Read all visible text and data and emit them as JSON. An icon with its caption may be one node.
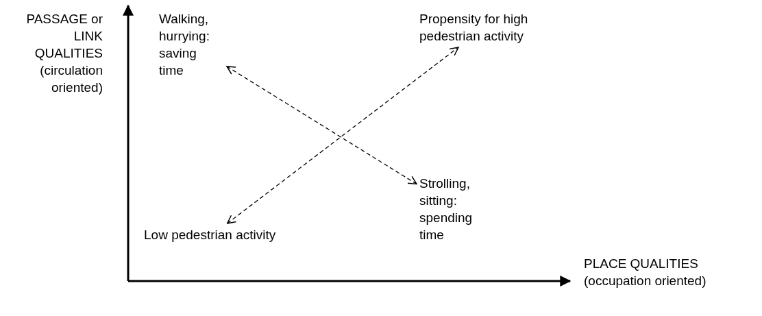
{
  "diagram": {
    "nodes": [
      {
        "text": [
          "Walking, hurrying: saving time"
        ]
      },
      {
        "text": [
          "Propensity for high pedestrian activity"
        ]
      },
      {
        "text": [
          "Strolling, sitting: spending time"
        ]
      },
      {
        "text": [
          "Low pedestrian activity"
        ]
      }
    ],
    "edges": [
      {
        "from": 0,
        "to": 2,
        "arrow": "both",
        "style": "dashed"
      },
      {
        "from": 3,
        "to": 1,
        "arrow": "both",
        "style": "dashed"
      }
    ],
    "labels": [
      "PASSAGE or LINK QUALITIES (circulation oriented)",
      "PLACE QUALITIES (occupation oriented)"
    ]
  }
}
